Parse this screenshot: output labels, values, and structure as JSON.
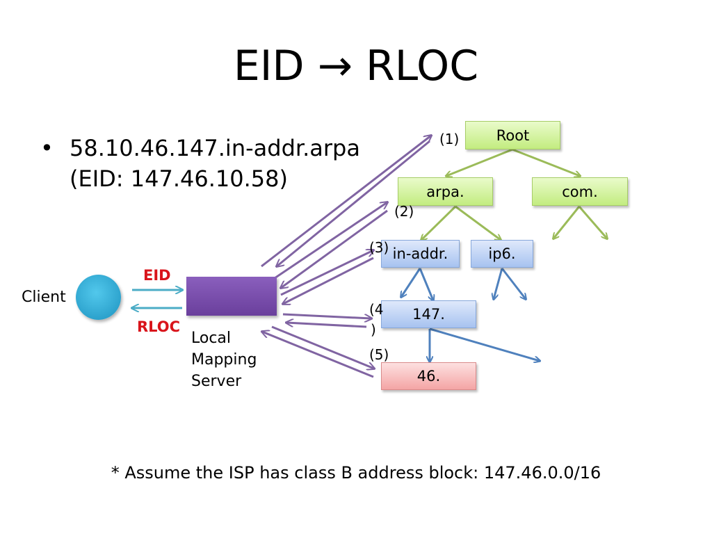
{
  "title": "EID → RLOC",
  "bullet": {
    "marker": "•",
    "line1": "58.10.46.147.in-addr.arpa",
    "line2": "(EID: 147.46.10.58)"
  },
  "client": {
    "label": "Client"
  },
  "arrows": {
    "eid": "EID",
    "rloc": "RLOC"
  },
  "server": {
    "line1": "Local",
    "line2": "Mapping",
    "line3": "Server"
  },
  "tree": {
    "root": "Root",
    "arpa": "arpa.",
    "com": "com.",
    "in_addr": "in-addr.",
    "ip6": "ip6.",
    "n147": "147.",
    "n46": "46."
  },
  "steps": {
    "s1": "(1)",
    "s2": "(2)",
    "s3": "(3)",
    "s4a": "(4",
    "s4b": ")",
    "s5": "(5)"
  },
  "footnote": "* Assume the ISP has class B address block: 147.46.0.0/16",
  "colors": {
    "green_edge": "#9bbb59",
    "blue_edge": "#4f81bd",
    "purple": "#8064a2",
    "cyan": "#4bacc6",
    "red": "#d9141b"
  }
}
